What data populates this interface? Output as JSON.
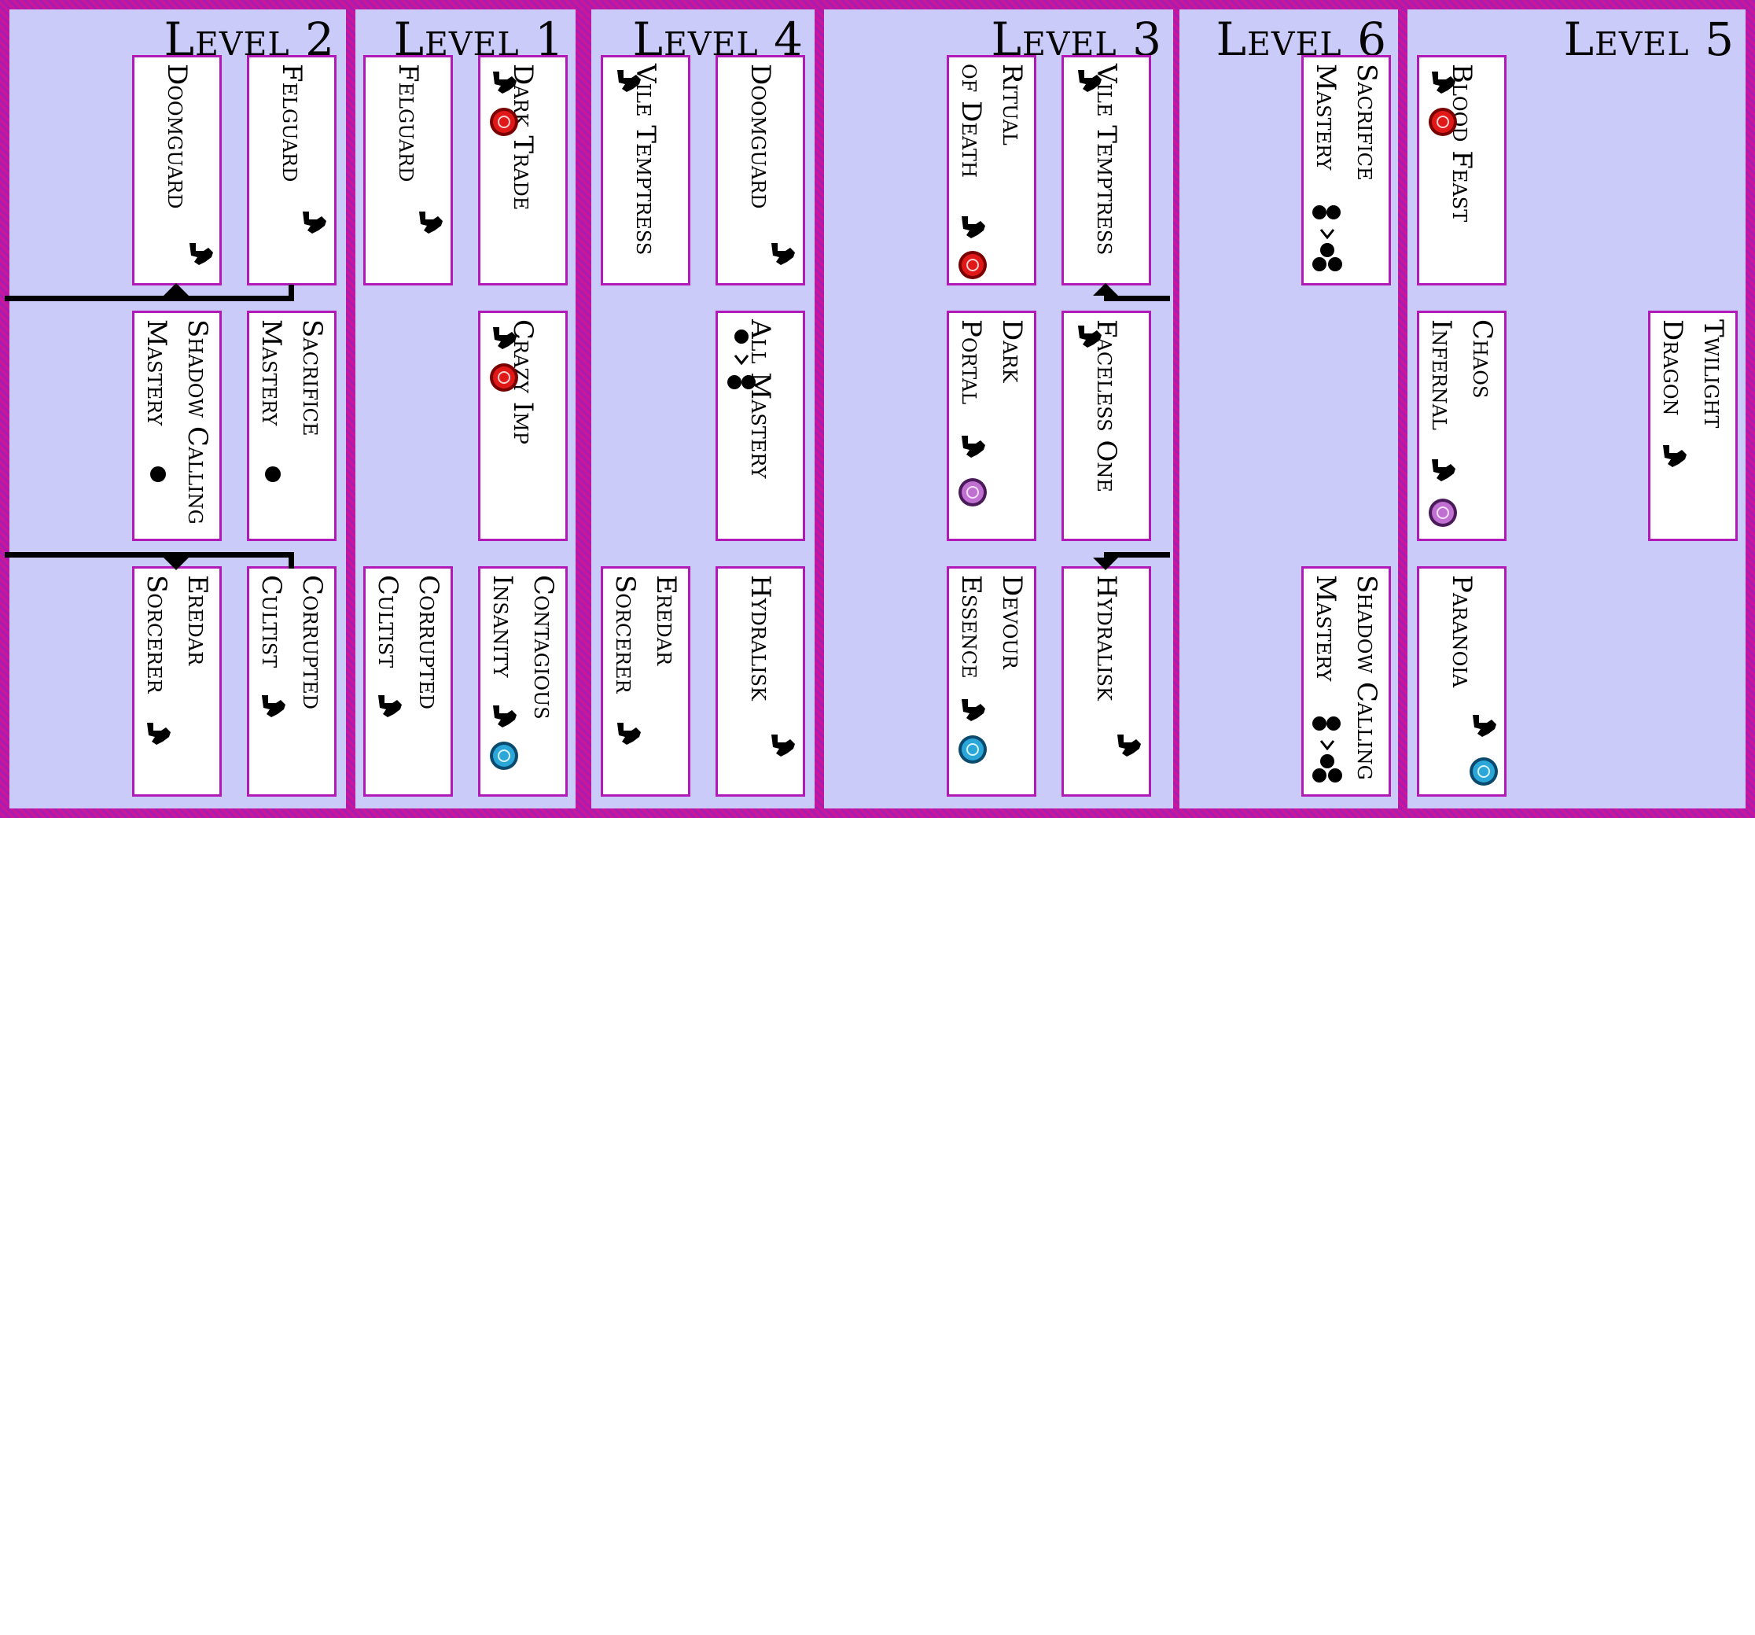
{
  "board": {
    "colors": {
      "frame": "#c0179c",
      "panel": "#cbcbfa",
      "card_border": "#b21ab8",
      "card_bg": "#ffffff",
      "text": "#050505"
    },
    "panels": [
      {
        "title": "Level 2",
        "cards": [
          {
            "text": "Doomguard",
            "icons": [
              "summon-icon"
            ]
          },
          {
            "text": "Felguard",
            "icons": [
              "summon-icon"
            ]
          },
          {
            "text": "Shadow Calling\nMastery",
            "icons": [
              "one-dot-icon"
            ]
          },
          {
            "text": "Sacrifice\nMastery",
            "icons": [
              "one-dot-icon"
            ]
          },
          {
            "text": "Eredar\nSorcerer",
            "icons": [
              "summon-icon"
            ]
          },
          {
            "text": "Corrupted\nCultist",
            "icons": [
              "summon-icon"
            ]
          }
        ]
      },
      {
        "title": "Level 1",
        "cards": [
          {
            "text": "Felguard",
            "icons": [
              "summon-icon"
            ]
          },
          {
            "text": "Dark Trade",
            "icons": [
              "summon-icon",
              "red-gem-icon"
            ]
          },
          {
            "text": "Crazy Imp",
            "icons": [
              "summon-icon",
              "red-gem-icon"
            ]
          },
          {
            "text": "Corrupted\nCultist",
            "icons": [
              "summon-icon"
            ]
          },
          {
            "text": "Contagious\nInsanity",
            "icons": [
              "summon-icon",
              "blue-gem-icon"
            ]
          }
        ]
      },
      {
        "title": "Level 4",
        "cards": [
          {
            "text": "Vile Temptress",
            "icons": [
              "summon-icon"
            ]
          },
          {
            "text": "Doomguard",
            "icons": [
              "summon-icon"
            ]
          },
          {
            "text": "All Mastery",
            "icons": [
              "one-greater-two-dots-icon"
            ]
          },
          {
            "text": "Eredar\nSorcerer",
            "icons": [
              "summon-icon"
            ]
          },
          {
            "text": "Hydralisk",
            "icons": [
              "summon-icon"
            ]
          }
        ]
      },
      {
        "title": "Level 3",
        "cards": [
          {
            "text": "Ritual\nof Death",
            "icons": [
              "summon-icon",
              "red-gem-icon"
            ]
          },
          {
            "text": "Vile Temptress",
            "icons": [
              "summon-icon"
            ]
          },
          {
            "text": "Dark\nPortal",
            "icons": [
              "summon-icon",
              "purple-gem-icon"
            ]
          },
          {
            "text": "Faceless One",
            "icons": [
              "summon-icon"
            ]
          },
          {
            "text": "Devour\nEssence",
            "icons": [
              "summon-icon",
              "blue-gem-icon"
            ]
          },
          {
            "text": "Hydralisk",
            "icons": [
              "summon-icon"
            ]
          }
        ]
      },
      {
        "title": "Level 6",
        "cards": [
          {
            "text": "Sacrifice\nMastery",
            "icons": [
              "two-greater-three-dots-icon"
            ]
          },
          {
            "text": "Shadow Calling\nMastery",
            "icons": [
              "two-greater-three-dots-icon"
            ]
          }
        ]
      },
      {
        "title": "Level 5",
        "cards": [
          {
            "text": "Blood Feast",
            "icons": [
              "summon-icon",
              "red-gem-icon"
            ]
          },
          {
            "text": "Chaos\nInfernal",
            "icons": [
              "summon-icon",
              "purple-gem-icon"
            ]
          },
          {
            "text": "Twilight\nDragon",
            "icons": [
              "summon-icon"
            ]
          },
          {
            "text": "Paranoia",
            "icons": [
              "summon-icon",
              "blue-gem-icon"
            ]
          }
        ]
      }
    ]
  }
}
